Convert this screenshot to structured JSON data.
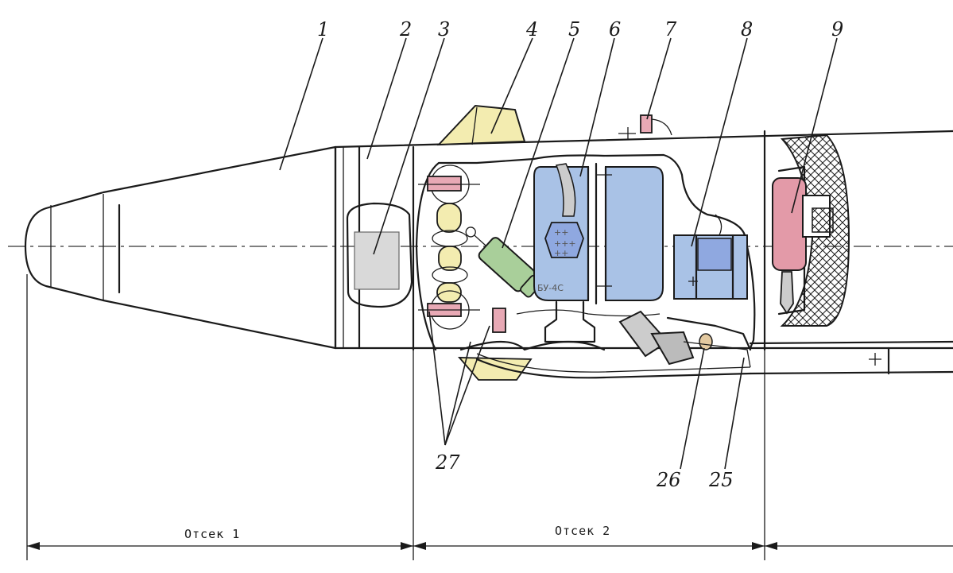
{
  "callouts": {
    "c1": "1",
    "c2": "2",
    "c3": "3",
    "c4": "4",
    "c5": "5",
    "c6": "6",
    "c7": "7",
    "c8": "8",
    "c9": "9",
    "c25": "25",
    "c26": "26",
    "c27": "27"
  },
  "sections": {
    "s1": "Отсек 1",
    "s2": "Отсек 2"
  },
  "unit_tag": "БУ-4С",
  "colors": {
    "ink": "#1a1a1a",
    "yellow": "#f3ecb0",
    "grey": "#d9d9d9",
    "blue": "#a9c2e6",
    "deep_blue": "#8fa8e0",
    "green": "#a9cf9a",
    "red": "#e39aa8",
    "pink": "#e8a9b5"
  }
}
